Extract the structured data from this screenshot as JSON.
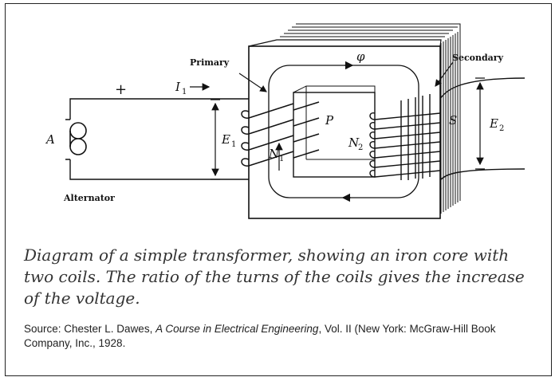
{
  "diagram": {
    "labels": {
      "primary": "Primary",
      "secondary": "Secondary",
      "phi": "φ",
      "plus": "+",
      "i1_main": "I",
      "i1_sub": "1",
      "a": "A",
      "e1_main": "E",
      "e1_sub": "1",
      "e2_main": "E",
      "e2_sub": "2",
      "p": "P",
      "s": "S",
      "n1_main": "N",
      "n1_sub": "1",
      "n2_main": "N",
      "n2_sub": "2",
      "alternator": "Alternator"
    }
  },
  "caption": "Diagram of a simple transformer, showing an iron core with two coils. The ratio of the turns of the coils gives the increase of the voltage.",
  "source": {
    "prefix": "Source: Chester L. Dawes, ",
    "book": "A Course in Electrical Engineering",
    "suffix": ", Vol. II (New York: McGraw-Hill Book Company, Inc., 1928."
  }
}
